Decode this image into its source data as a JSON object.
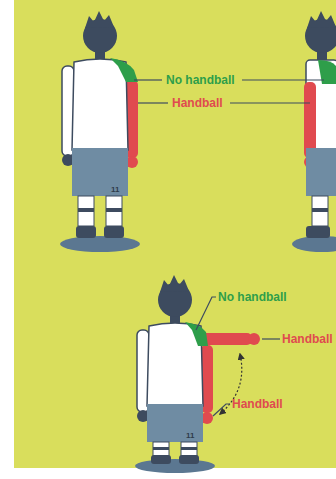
{
  "diagram": {
    "labels": [
      "No handball",
      "Handball",
      "11",
      "No handball",
      "Handball",
      "Handball",
      "11"
    ]
  }
}
